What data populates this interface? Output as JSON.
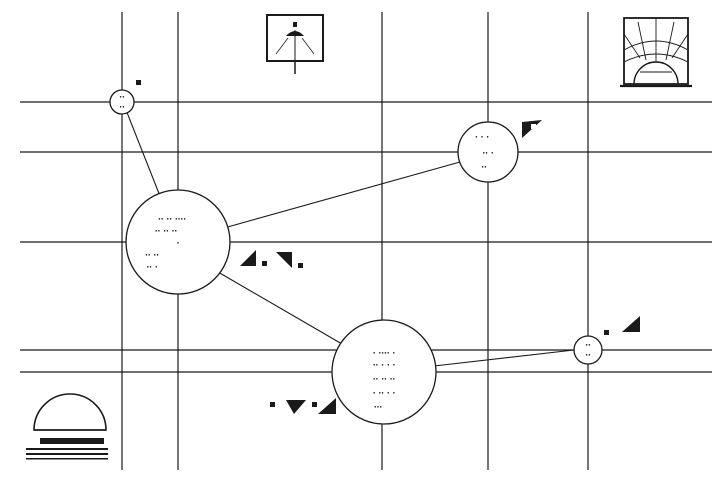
{
  "colors": {
    "ink": "#1a1a1a",
    "background": "#ffffff"
  },
  "icons": {
    "top_center": "lamp-icon",
    "top_right": "sunrise-window-icon",
    "bottom_left": "dome-icon"
  },
  "nodes": [
    {
      "id": "node-small-top-left",
      "glyphs": [
        "ꞏꞏ",
        "ꞏꞏ"
      ]
    },
    {
      "id": "node-top-right",
      "glyphs": [
        "ꞏ ꞏ ꞏ",
        "ꞏꞏ ꞏ",
        "ꞏꞏ"
      ]
    },
    {
      "id": "node-large-left",
      "glyphs": [
        "ꞏꞏ ꞏꞏ ꞏꞏꞏꞏ",
        "ꞏꞏ ꞏꞏ ꞏꞏ",
        "ꞏ",
        "ꞏꞏ ꞏꞏ",
        "ꞏꞏ ꞏ"
      ]
    },
    {
      "id": "node-large-bottom",
      "glyphs": [
        "ꞏ ꞏꞏꞏꞏ ꞏ",
        "ꞏꞏ ꞏ ꞏ ꞏ",
        "ꞏꞏ ꞏꞏ ꞏꞏ",
        "ꞏ ꞏꞏ ꞏ ꞏ",
        "ꞏꞏꞏ"
      ]
    },
    {
      "id": "node-small-right",
      "glyphs": [
        "ꞏꞏ",
        "ꞏꞏ"
      ]
    }
  ]
}
